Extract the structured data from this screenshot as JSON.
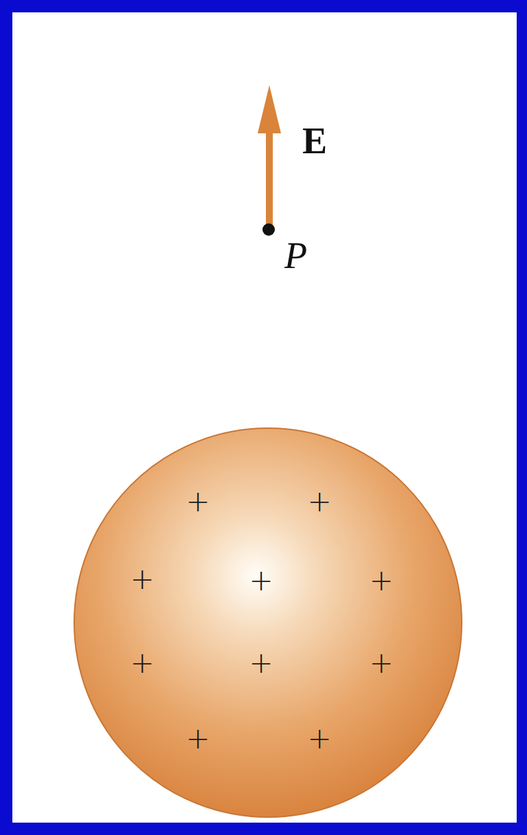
{
  "diagram": {
    "nodes": [
      {
        "text": [
          "+",
          "+",
          "+",
          "+",
          "+",
          "+",
          "+",
          "+",
          "+",
          "+"
        ]
      }
    ],
    "labels": [
      "E",
      "P"
    ]
  }
}
